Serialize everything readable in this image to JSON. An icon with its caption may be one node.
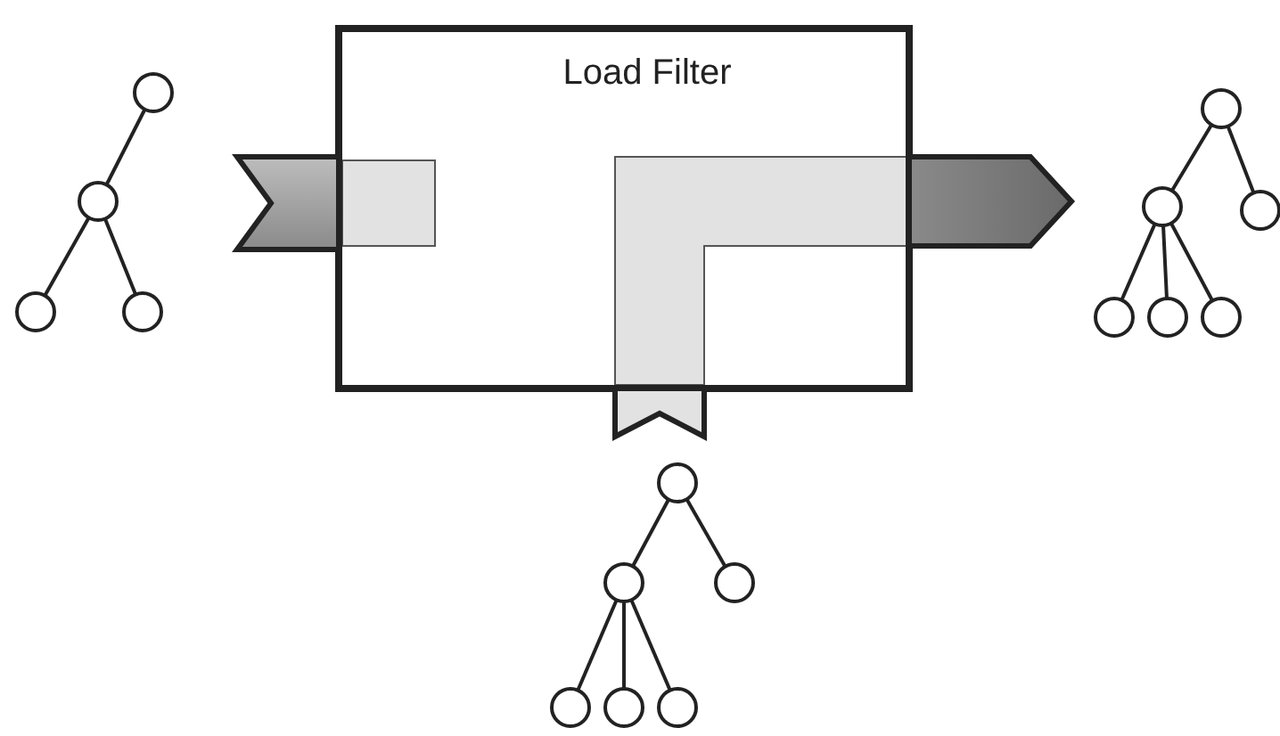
{
  "diagram": {
    "nodes": [
      {
        "text": [],
        "shape": "picture"
      },
      {
        "text": [
          "Load Filter"
        ]
      },
      {
        "text": [],
        "shape": "picture"
      },
      {
        "text": [],
        "shape": "picture"
      }
    ],
    "edges": [
      {
        "from": 0,
        "to": 1,
        "arrow": "none"
      },
      {
        "from": 1,
        "to": 2,
        "arrow": "to"
      },
      {
        "from": 3,
        "to": 1,
        "arrow": "none"
      }
    ]
  }
}
